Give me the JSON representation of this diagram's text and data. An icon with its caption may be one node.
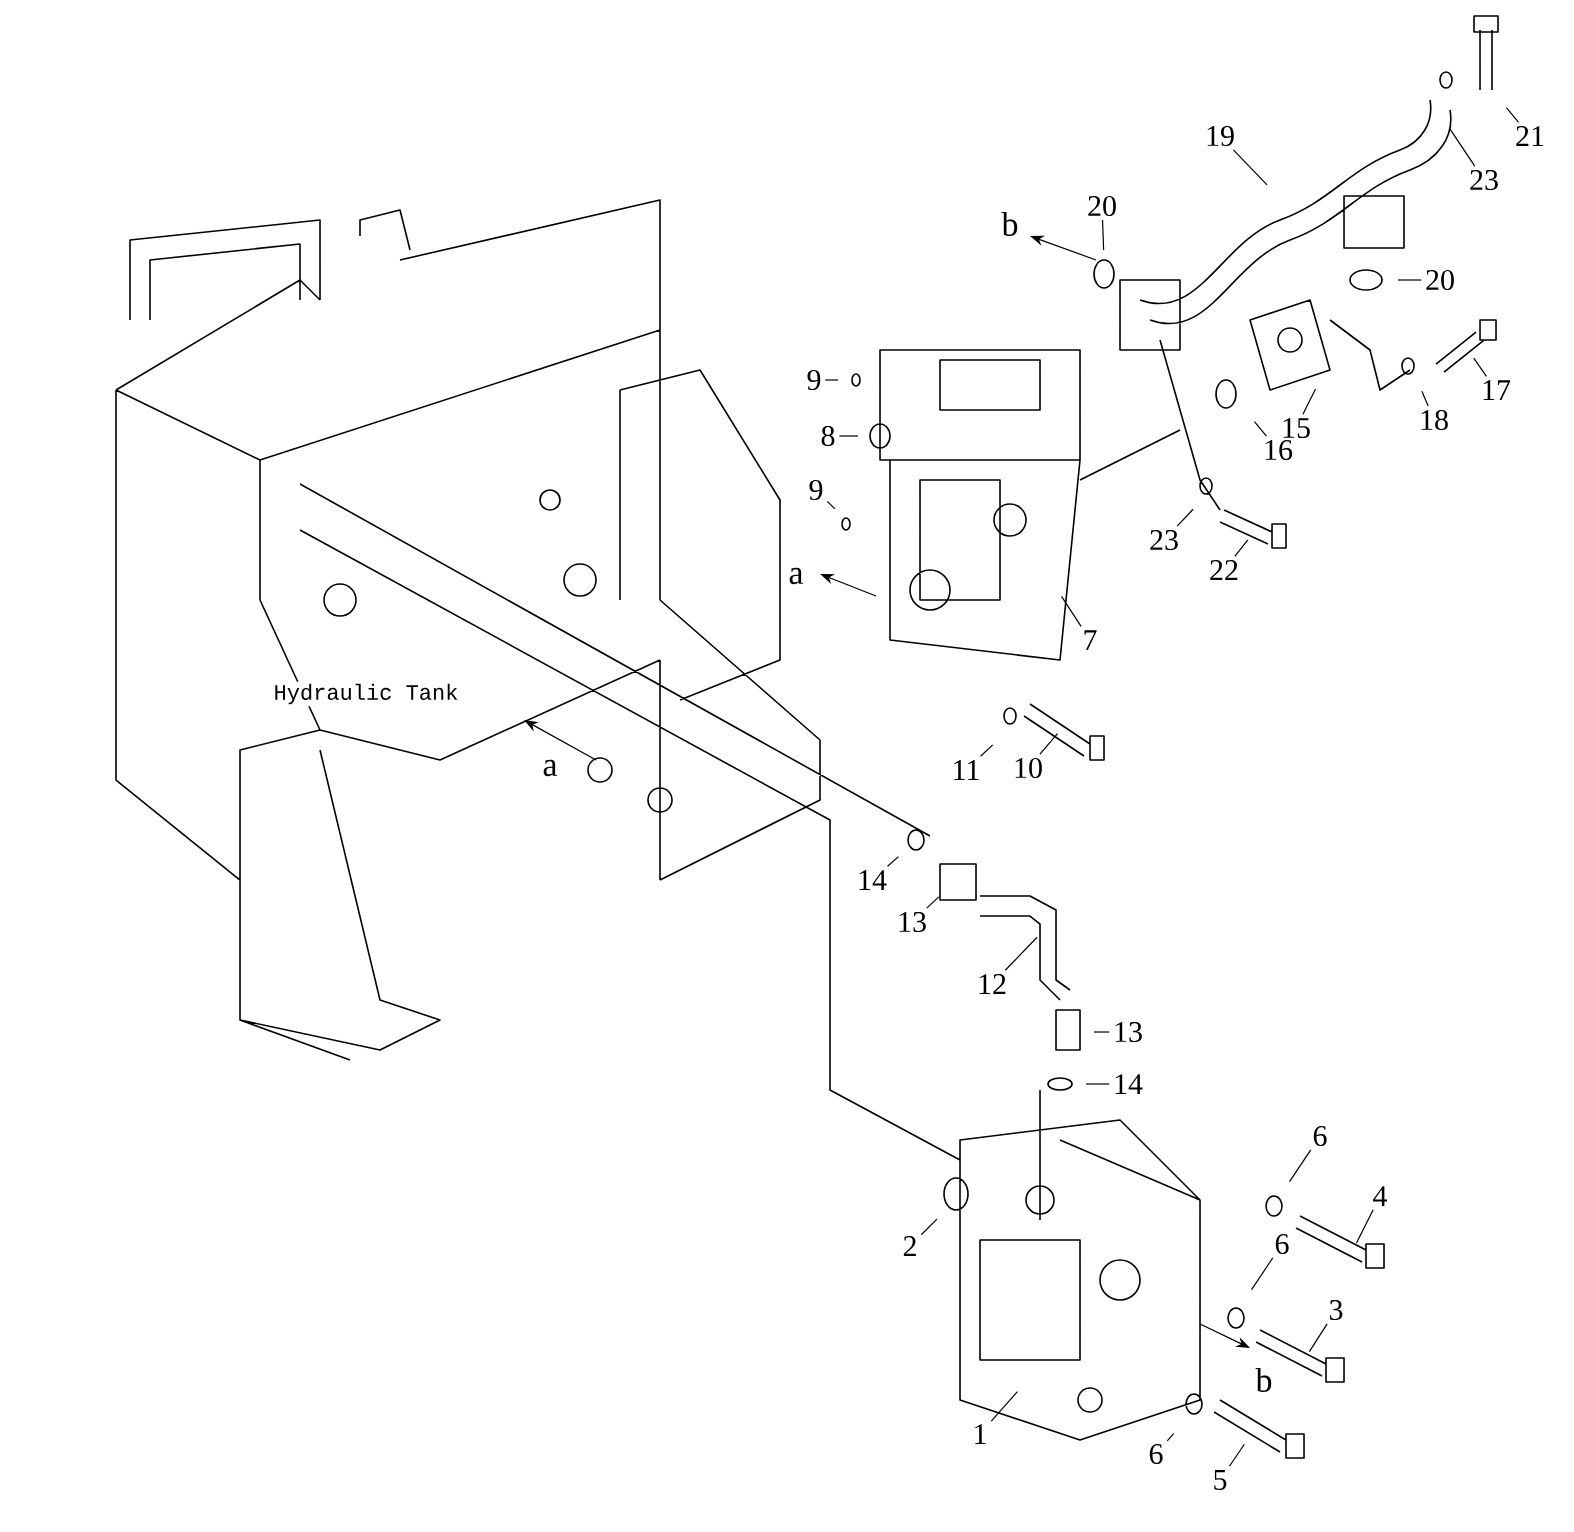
{
  "diagram": {
    "nodes": [
      {
        "text": [
          "1"
        ]
      },
      {
        "text": [
          "2"
        ]
      },
      {
        "text": [
          "3"
        ]
      },
      {
        "text": [
          "4"
        ]
      },
      {
        "text": [
          "5"
        ]
      },
      {
        "text": [
          "6"
        ]
      },
      {
        "text": [
          "6"
        ]
      },
      {
        "text": [
          "6"
        ]
      },
      {
        "text": [
          "7"
        ]
      },
      {
        "text": [
          "8"
        ]
      },
      {
        "text": [
          "9"
        ]
      },
      {
        "text": [
          "9"
        ]
      },
      {
        "text": [
          "10"
        ]
      },
      {
        "text": [
          "11"
        ]
      },
      {
        "text": [
          "12"
        ]
      },
      {
        "text": [
          "13"
        ]
      },
      {
        "text": [
          "13"
        ]
      },
      {
        "text": [
          "14"
        ]
      },
      {
        "text": [
          "14"
        ]
      },
      {
        "text": [
          "15"
        ]
      },
      {
        "text": [
          "16"
        ]
      },
      {
        "text": [
          "17"
        ]
      },
      {
        "text": [
          "18"
        ]
      },
      {
        "text": [
          "19"
        ]
      },
      {
        "text": [
          "20"
        ]
      },
      {
        "text": [
          "20"
        ]
      },
      {
        "text": [
          "21"
        ]
      },
      {
        "text": [
          "22"
        ]
      },
      {
        "text": [
          "23"
        ]
      },
      {
        "text": [
          "23"
        ]
      }
    ],
    "edges": [
      {
        "from": 0,
        "to": null,
        "arrow": "none"
      },
      {
        "from": 1,
        "to": null,
        "arrow": "none"
      },
      {
        "from": 2,
        "to": null,
        "arrow": "none"
      },
      {
        "from": 3,
        "to": null,
        "arrow": "none"
      },
      {
        "from": 4,
        "to": null,
        "arrow": "none"
      },
      {
        "from": 5,
        "to": null,
        "arrow": "none"
      },
      {
        "from": 6,
        "to": null,
        "arrow": "none"
      },
      {
        "from": 7,
        "to": null,
        "arrow": "none"
      },
      {
        "from": 8,
        "to": null,
        "arrow": "none"
      },
      {
        "from": 9,
        "to": null,
        "arrow": "none"
      },
      {
        "from": 10,
        "to": null,
        "arrow": "none"
      },
      {
        "from": 11,
        "to": null,
        "arrow": "none"
      },
      {
        "from": 12,
        "to": null,
        "arrow": "none"
      },
      {
        "from": 13,
        "to": null,
        "arrow": "none"
      },
      {
        "from": 14,
        "to": null,
        "arrow": "none"
      },
      {
        "from": 15,
        "to": null,
        "arrow": "none"
      },
      {
        "from": 16,
        "to": null,
        "arrow": "none"
      },
      {
        "from": 17,
        "to": null,
        "arrow": "none"
      },
      {
        "from": 18,
        "to": null,
        "arrow": "none"
      },
      {
        "from": 19,
        "to": null,
        "arrow": "none"
      },
      {
        "from": 20,
        "to": null,
        "arrow": "none"
      },
      {
        "from": 21,
        "to": null,
        "arrow": "none"
      },
      {
        "from": 22,
        "to": null,
        "arrow": "none"
      },
      {
        "from": 23,
        "to": null,
        "arrow": "none"
      },
      {
        "from": 24,
        "to": null,
        "arrow": "none"
      },
      {
        "from": 25,
        "to": null,
        "arrow": "none"
      },
      {
        "from": 26,
        "to": null,
        "arrow": "none"
      },
      {
        "from": 27,
        "to": null,
        "arrow": "none"
      },
      {
        "from": 28,
        "to": null,
        "arrow": "none"
      },
      {
        "from": 29,
        "to": null,
        "arrow": "none"
      }
    ],
    "labels": [
      "Hydraulic Tank",
      "a",
      "a",
      "b",
      "b"
    ]
  }
}
